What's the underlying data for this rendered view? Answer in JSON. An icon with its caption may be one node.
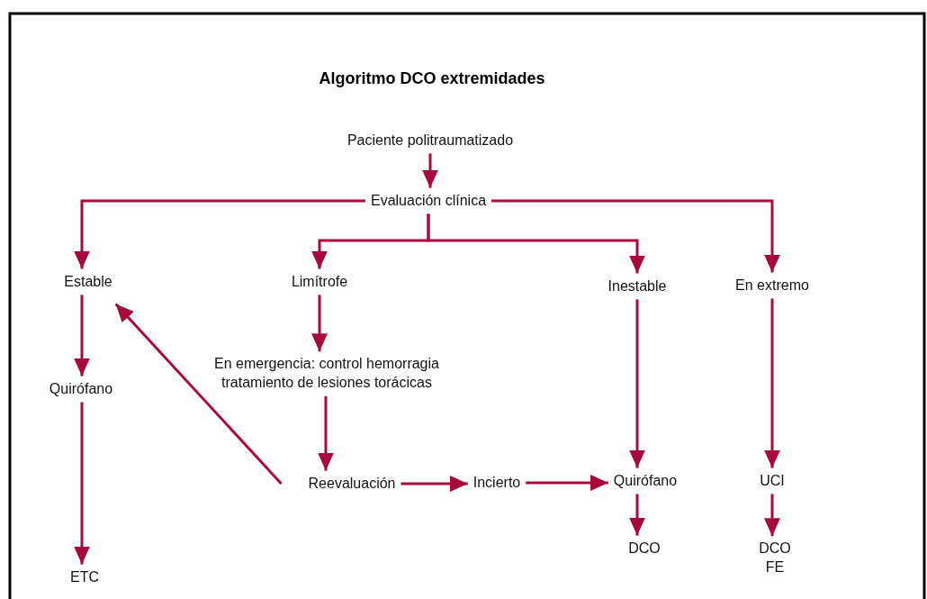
{
  "diagram": {
    "title": "Algoritmo DCO extremidades",
    "nodes": [
      {
        "text": [
          "Paciente politraumatizado"
        ]
      },
      {
        "text": [
          "Evaluación clínica"
        ]
      },
      {
        "text": [
          "Estable"
        ]
      },
      {
        "text": [
          "Limítrofe"
        ]
      },
      {
        "text": [
          "Inestable"
        ]
      },
      {
        "text": [
          "En extremo"
        ]
      },
      {
        "text": [
          "Quirófano"
        ]
      },
      {
        "text": [
          "En emergencia: control hemorragia tratamiento de lesiones torácicas"
        ]
      },
      {
        "text": [
          "Reevaluación"
        ]
      },
      {
        "text": [
          "Incierto"
        ]
      },
      {
        "text": [
          "Quirófano"
        ]
      },
      {
        "text": [
          "UCI"
        ]
      },
      {
        "text": [
          "ETC"
        ]
      },
      {
        "text": [
          "DCO"
        ]
      },
      {
        "text": [
          "DCO FE"
        ]
      }
    ],
    "edges": [
      {
        "from": 0,
        "to": 1,
        "arrow": "to"
      },
      {
        "from": 1,
        "to": 2,
        "arrow": "to"
      },
      {
        "from": 1,
        "to": 3,
        "arrow": "to"
      },
      {
        "from": 1,
        "to": 4,
        "arrow": "to"
      },
      {
        "from": 1,
        "to": 5,
        "arrow": "to"
      },
      {
        "from": 2,
        "to": 6,
        "arrow": "to"
      },
      {
        "from": 6,
        "to": 12,
        "arrow": "to"
      },
      {
        "from": 3,
        "to": 7,
        "arrow": "to"
      },
      {
        "from": 7,
        "to": 8,
        "arrow": "to"
      },
      {
        "from": 8,
        "to": 9,
        "arrow": "to"
      },
      {
        "from": 9,
        "to": 10,
        "arrow": "to"
      },
      {
        "from": 8,
        "to": 2,
        "arrow": "to"
      },
      {
        "from": 4,
        "to": 10,
        "arrow": "to"
      },
      {
        "from": 5,
        "to": 11,
        "arrow": "to"
      },
      {
        "from": 10,
        "to": 13,
        "arrow": "to"
      },
      {
        "from": 11,
        "to": 14,
        "arrow": "to"
      }
    ]
  }
}
